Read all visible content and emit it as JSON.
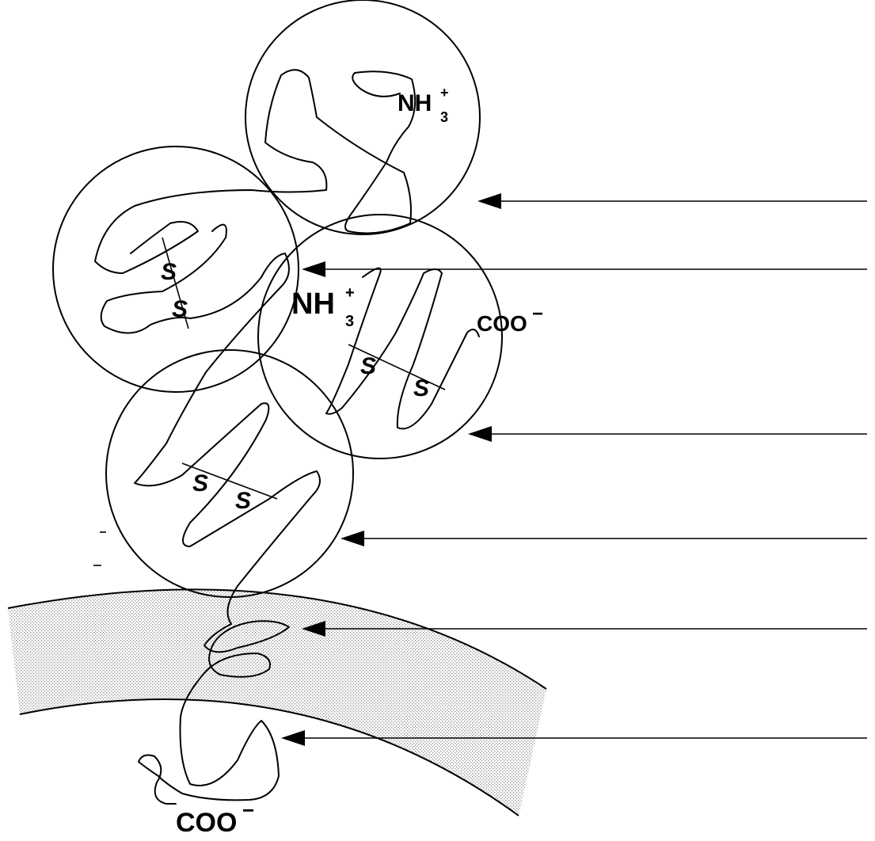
{
  "labels": {
    "n_terminus": "NH",
    "n_sub": "3",
    "n_sup": "+",
    "c_terminus": "COO",
    "c_sup": "−",
    "disulfide_s": "S"
  },
  "colors": {
    "line": "#000000",
    "membrane_fill": "#e6e6e6",
    "background": "#ffffff"
  }
}
